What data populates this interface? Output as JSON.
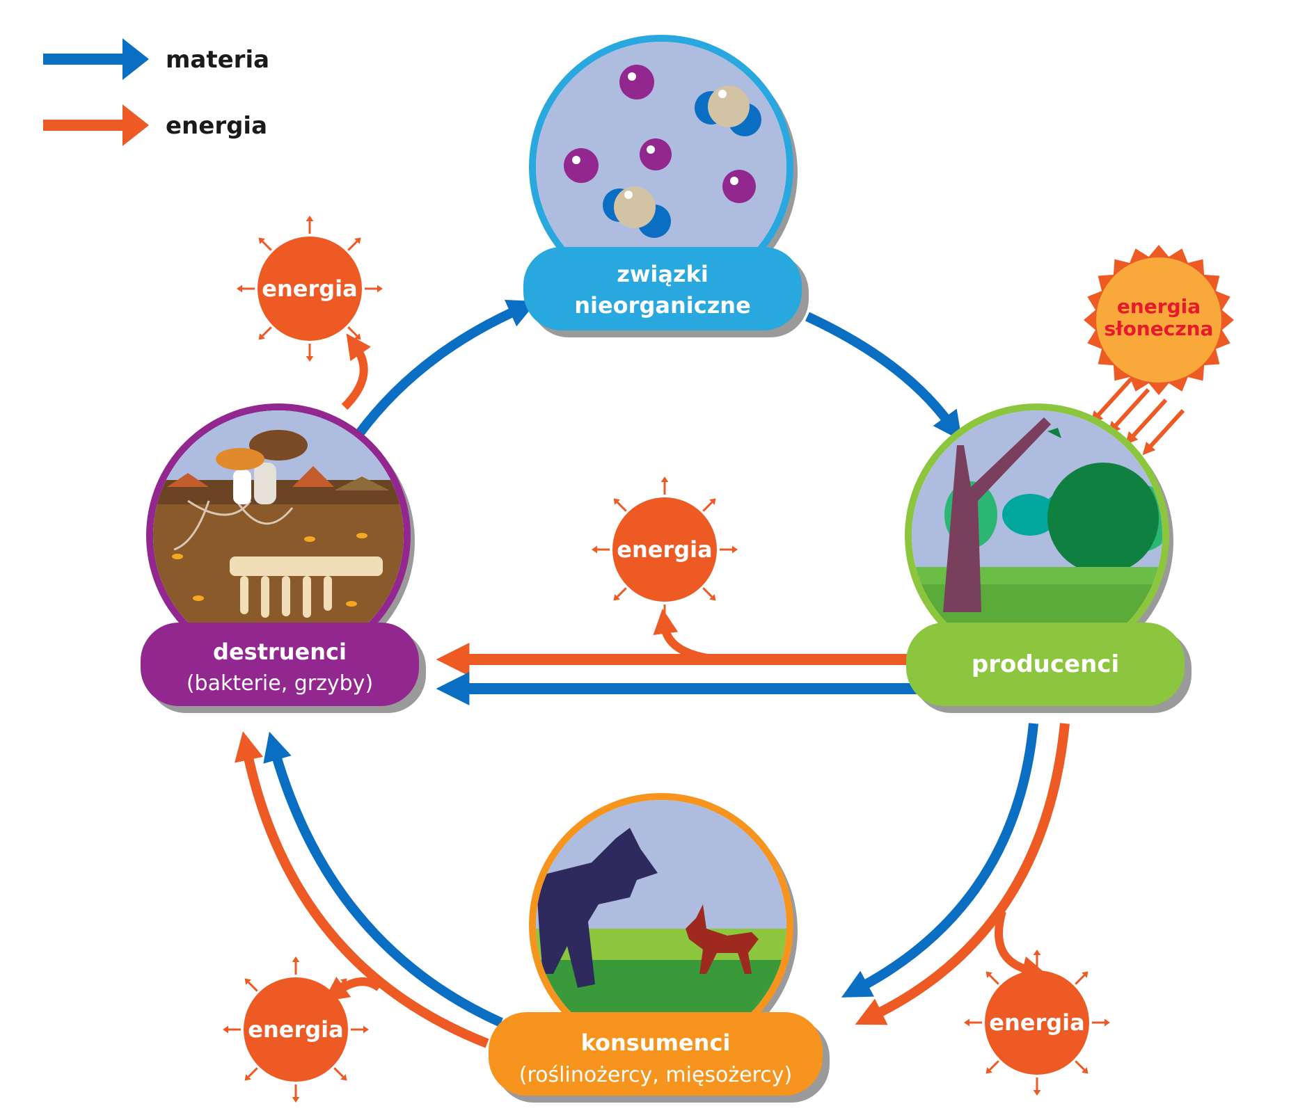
{
  "legend": {
    "matter_label": "materia",
    "energy_label": "energia"
  },
  "colors": {
    "matter": "#0a6fc2",
    "energy": "#ee5a24",
    "inorganic": "#29a8e0",
    "producers": "#8cc63f",
    "consumers": "#f7941d",
    "decomposers": "#92278f",
    "sun": "#f9a83a",
    "sun_text": "#e8192c"
  },
  "nodes": {
    "inorganic": {
      "line1": "związki",
      "line2": "nieorganiczne"
    },
    "producers": {
      "title": "producenci"
    },
    "consumers": {
      "title": "konsumenci",
      "subtitle": "(roślinożercy, mięsożercy)"
    },
    "decomposers": {
      "title": "destruenci",
      "subtitle": "(bakterie, grzyby)"
    }
  },
  "sun": {
    "line1": "energia",
    "line2": "słoneczna"
  },
  "energy_bursts": [
    "energia",
    "energia",
    "energia",
    "energia"
  ]
}
